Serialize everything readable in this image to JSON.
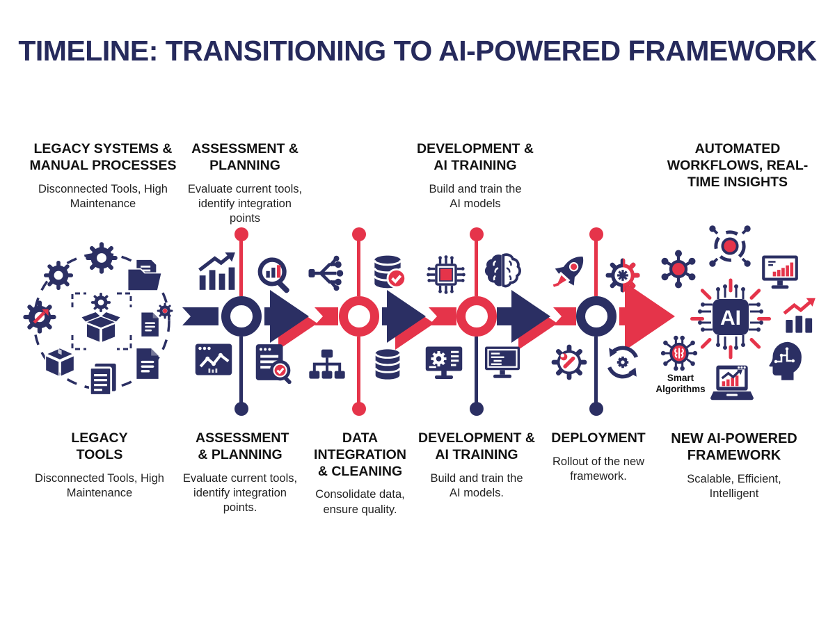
{
  "title": "TIMELINE: TRANSITIONING TO AI-POWERED FRAMEWORK",
  "colors": {
    "navy": "#2b2f63",
    "red": "#e5344a",
    "heading_text": "#121212",
    "body_text": "#232323",
    "background": "#ffffff"
  },
  "top_labels": [
    {
      "heading": "LEGACY SYSTEMS & MANUAL PROCESSES",
      "body": "Disconnected Tools, High Maintenance"
    },
    {
      "heading": "ASSESSMENT & PLANNING",
      "body": "Evaluate current tools, identify integration points"
    },
    {
      "heading": "DEVELOPMENT & AI TRAINING",
      "body": "Build and train the AI models"
    },
    {
      "heading": "AUTOMATED WORKFLOWS, REAL-TIME INSIGHTS",
      "body": ""
    }
  ],
  "bottom_labels": [
    {
      "heading": "LEGACY TOOLS",
      "body": "Disconnected Tools, High Maintenance"
    },
    {
      "heading": "ASSESSMENT & PLANNING",
      "body": "Evaluate current tools, identify integration points."
    },
    {
      "heading": "DATA INTEGRATION & CLEANING",
      "body": "Consolidate data, ensure quality."
    },
    {
      "heading": "DEVELOPMENT & AI TRAINING",
      "body": "Build and train the AI models."
    },
    {
      "heading": "DEPLOYMENT",
      "body": "Rollout of the new framework."
    },
    {
      "heading": "NEW AI-POWERED FRAMEWORK",
      "body": "Scalable, Efficient, Intelligent"
    }
  ],
  "right_cluster": {
    "ai_label": "AI",
    "annotation": "Smart Algorithms"
  },
  "icons": {
    "legacy_cluster": [
      "gear-icon",
      "gear-icon",
      "folder-document-icon",
      "gear-arrow-icon",
      "open-box-gear-icon",
      "document-gear-icon",
      "closed-box-icon",
      "stacked-papers-icon",
      "document-icon"
    ],
    "assessment_planning": [
      "growth-chart-icon",
      "magnifier-chart-icon",
      "analytics-window-icon",
      "report-check-icon"
    ],
    "data_integration": [
      "data-branch-icon",
      "database-check-icon",
      "hierarchy-icon",
      "database-icon"
    ],
    "development_training": [
      "cpu-chip-icon",
      "brain-icon",
      "monitor-gear-icon",
      "monitor-code-icon"
    ],
    "deployment": [
      "rocket-icon",
      "dual-gear-icon",
      "gear-wrench-icon",
      "sync-gear-icon"
    ],
    "ai_cluster": [
      "molecule-icon",
      "orbit-target-icon",
      "monitor-chart-icon",
      "bar-chart-arrow-icon",
      "head-circuit-icon",
      "laptop-chart-icon",
      "brain-circuit-icon",
      "ai-chip-icon"
    ]
  }
}
